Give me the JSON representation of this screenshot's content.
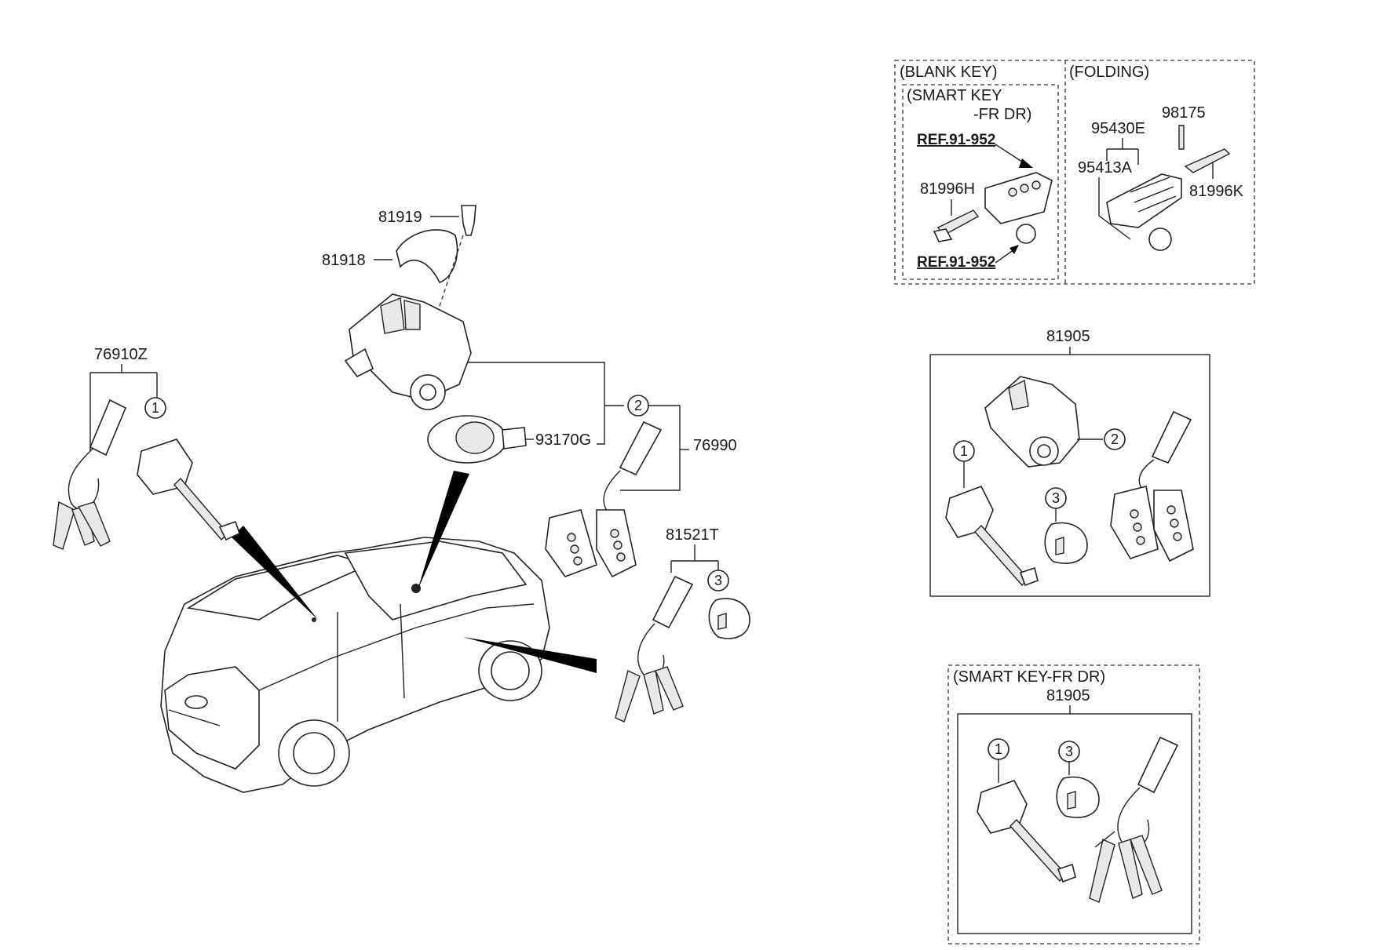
{
  "labels": {
    "p81919": "81919",
    "p81918": "81918",
    "p76910Z": "76910Z",
    "p93170G": "93170G",
    "p76990": "76990",
    "p81521T": "81521T",
    "p81905_a": "81905",
    "p81905_b": "81905",
    "p81996H": "81996H",
    "p95430E": "95430E",
    "p98175": "98175",
    "p95413A": "95413A",
    "p81996K": "81996K"
  },
  "references": {
    "ref_top": "REF.91-952",
    "ref_bottom": "REF.91-952"
  },
  "groups": {
    "blank_key": "(BLANK KEY)",
    "folding": "(FOLDING)",
    "smart_key_line1": "(SMART KEY",
    "smart_key_line2": "-FR DR)",
    "smart_key_fr_dr": "(SMART KEY-FR DR)"
  },
  "callouts": {
    "c1": "1",
    "c2": "2",
    "c3": "3"
  }
}
